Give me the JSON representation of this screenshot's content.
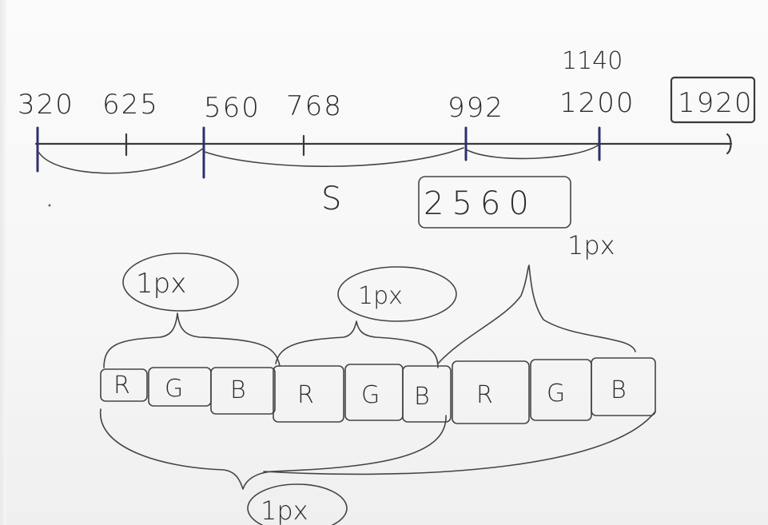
{
  "timeline": {
    "labels": [
      "320",
      "625",
      "560",
      "768",
      "992",
      "1200",
      "1920"
    ],
    "extra_label": "1140",
    "s_mark": "S",
    "box_value": "2560",
    "right_note": "1px"
  },
  "pixels": {
    "bubbles": [
      "1px",
      "1px",
      "1px"
    ],
    "cells": [
      "R",
      "G",
      "B",
      "R",
      "G",
      "B",
      "R",
      "G",
      "B"
    ]
  }
}
